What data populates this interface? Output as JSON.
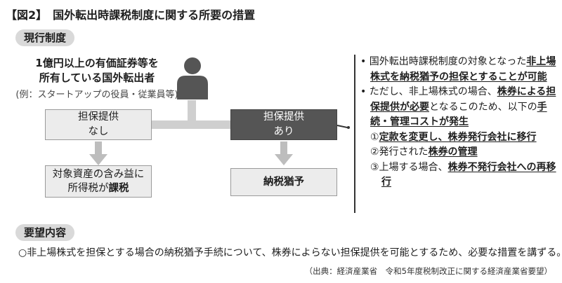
{
  "figure_title": "【図2】　国外転出時課税制度に関する所要の措置",
  "section_current": "現行制度",
  "target": {
    "line1": "1億円以上の有価証券等を",
    "line2": "所有している国外転出者",
    "example": "(例：スタートアップの役員・従業員等)"
  },
  "left_box": {
    "line1": "担保提供",
    "line2": "なし"
  },
  "right_box": {
    "line1": "担保提供",
    "line2": "あり"
  },
  "left_result": {
    "line1": "対象資産の含み益に",
    "line2_pre": "所得税が",
    "line2_bold": "課税"
  },
  "right_result": "納税猶予",
  "bullets": {
    "b1_pre": "• 国外転出時課税制度の対象となった",
    "b1_u": "非上場株式を納税猶予の担保とすることが可能",
    "b2_pre": "• ただし、非上場株式の場合、",
    "b2_u": "株券による担保提供が必要",
    "b2_mid": "となるこのため、以下の",
    "b2_u2": "手続・管理コストが発生",
    "n1_pre": "①",
    "n1_u": "定款を変更し、株券発行会社に移行",
    "n2_pre": "②発行された",
    "n2_u": "株券の管理",
    "n3_pre": "③上場する場合、",
    "n3_u": "株券不発行会社への再移行"
  },
  "section_request": "要望内容",
  "request_text": "○非上場株式を担保とする場合の納税猶予手続について、株券によらない担保提供を可能とするため、必要な措置を講ずる。",
  "source": "（出典：経済産業省　令和5年度税制改正に関する経済産業省要望）"
}
